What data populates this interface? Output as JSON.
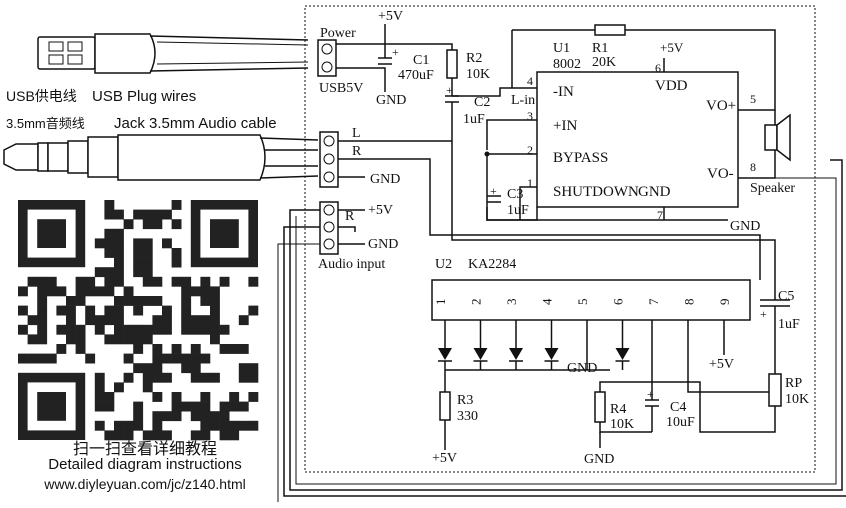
{
  "usb": {
    "label_cn": "USB供电线",
    "label_en": "USB Plug wires"
  },
  "jack": {
    "label_cn": "3.5mm音频线",
    "label_en": "Jack 3.5mm Audio cable"
  },
  "caption": {
    "scan_cn": "扫一扫查看详细教程",
    "instructions": "Detailed diagram instructions",
    "url": "www.diyleyuan.com/jc/z140.html"
  },
  "power": {
    "label": "Power",
    "usb5v": "USB5V",
    "vcc": "+5V",
    "gnd": "GND"
  },
  "c1": {
    "name": "C1",
    "value": "470uF"
  },
  "r2": {
    "name": "R2",
    "value": "10K"
  },
  "c2": {
    "name": "C2",
    "value": "1uF"
  },
  "r1": {
    "name": "R1",
    "value": "20K"
  },
  "c3": {
    "name": "C3",
    "value": "1uF"
  },
  "u1": {
    "name": "U1",
    "part": "8002",
    "vdd_supply": "+5V",
    "pins": {
      "in_minus": {
        "num": "4",
        "label": "-IN"
      },
      "in_plus": {
        "num": "3",
        "label": "+IN"
      },
      "bypass": {
        "num": "2",
        "label": "BYPASS"
      },
      "shutdown": {
        "num": "1",
        "label": "SHUTDOWN"
      },
      "gnd": {
        "num": "7",
        "label": "GND"
      },
      "vdd": {
        "num": "6",
        "label": "VDD"
      },
      "vo_plus": {
        "num": "5",
        "label": "VO+"
      },
      "vo_minus": {
        "num": "8",
        "label": "VO-"
      }
    },
    "lin_label": "L-in",
    "gnd_net": "GND"
  },
  "speaker": {
    "label": "Speaker"
  },
  "audio_jack": {
    "l": "L",
    "r": "R",
    "gnd": "GND"
  },
  "audio_input": {
    "label": "Audio input",
    "r": "R",
    "vcc": "+5V",
    "gnd": "GND"
  },
  "u2": {
    "name": "U2",
    "part": "KA2284",
    "pins": [
      "1",
      "2",
      "3",
      "4",
      "5",
      "6",
      "7",
      "8",
      "9"
    ],
    "gnd": "GND",
    "vcc": "+5V"
  },
  "c5": {
    "name": "C5",
    "value": "1uF"
  },
  "rp": {
    "name": "RP",
    "value": "10K"
  },
  "r3": {
    "name": "R3",
    "value": "330",
    "supply": "+5V"
  },
  "r4": {
    "name": "R4",
    "value": "10K"
  },
  "c4": {
    "name": "C4",
    "value": "10uF"
  },
  "u2_gnd": "GND"
}
